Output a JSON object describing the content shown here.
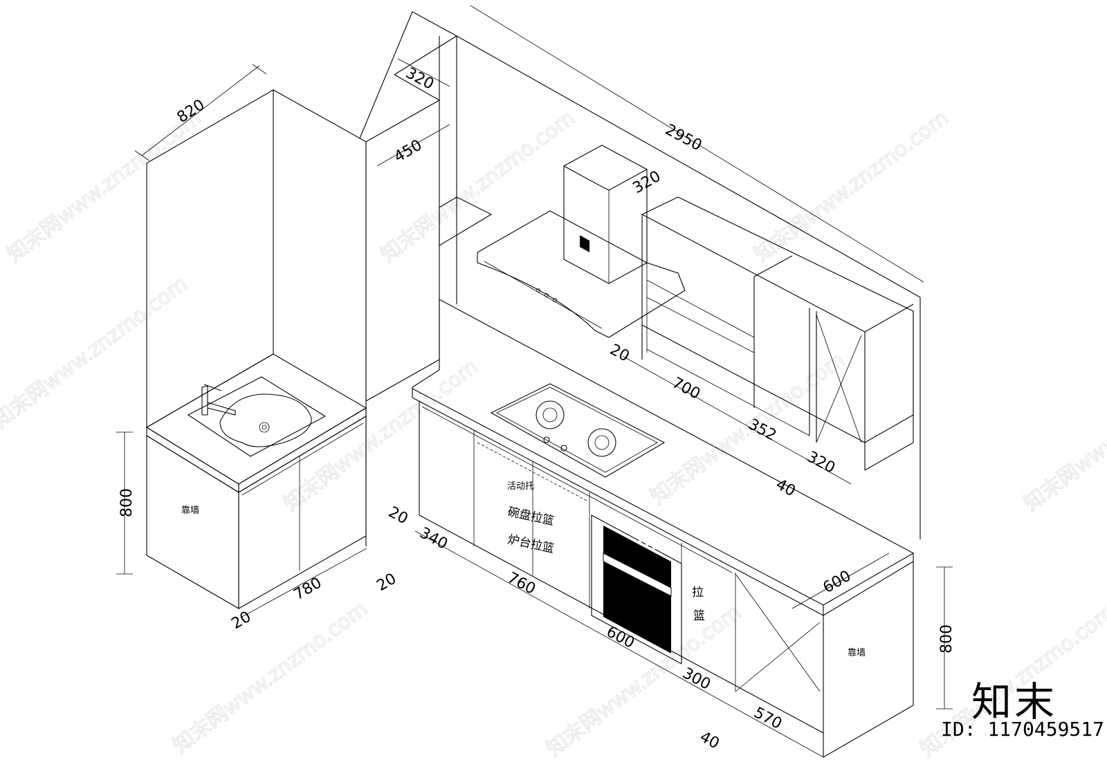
{
  "dimensions": {
    "sink_cabinet_depth": "820",
    "tall_cabinet_top": "320",
    "tall_cabinet_side": "450",
    "total_length": "2950",
    "wall_cabinet_depth": "320",
    "hood_gap": "20",
    "hood_width": "700",
    "wall_cabinet_a": "352",
    "wall_cabinet_b": "320",
    "wall_gap": "40",
    "counter_depth": "600",
    "left_height": "800",
    "right_height": "800",
    "sink_width": "780",
    "sink_gap_a": "20",
    "sink_gap_b": "20",
    "left_offset": "20",
    "base_340": "340",
    "base_760": "760",
    "base_600": "600",
    "base_300": "300",
    "base_570": "570",
    "base_gap": "40"
  },
  "labels": {
    "against_wall_left": "靠墙",
    "against_wall_right": "靠墙",
    "movable_shelf": "活动托",
    "bowl_basket": "碗盘拉篮",
    "stove_basket": "炉台拉篮",
    "pull_basket_1": "拉",
    "pull_basket_2": "篮"
  },
  "watermark": {
    "text": "知末网www.znzmo.com",
    "brand": "知末",
    "image_id": "ID: 1170459517"
  }
}
